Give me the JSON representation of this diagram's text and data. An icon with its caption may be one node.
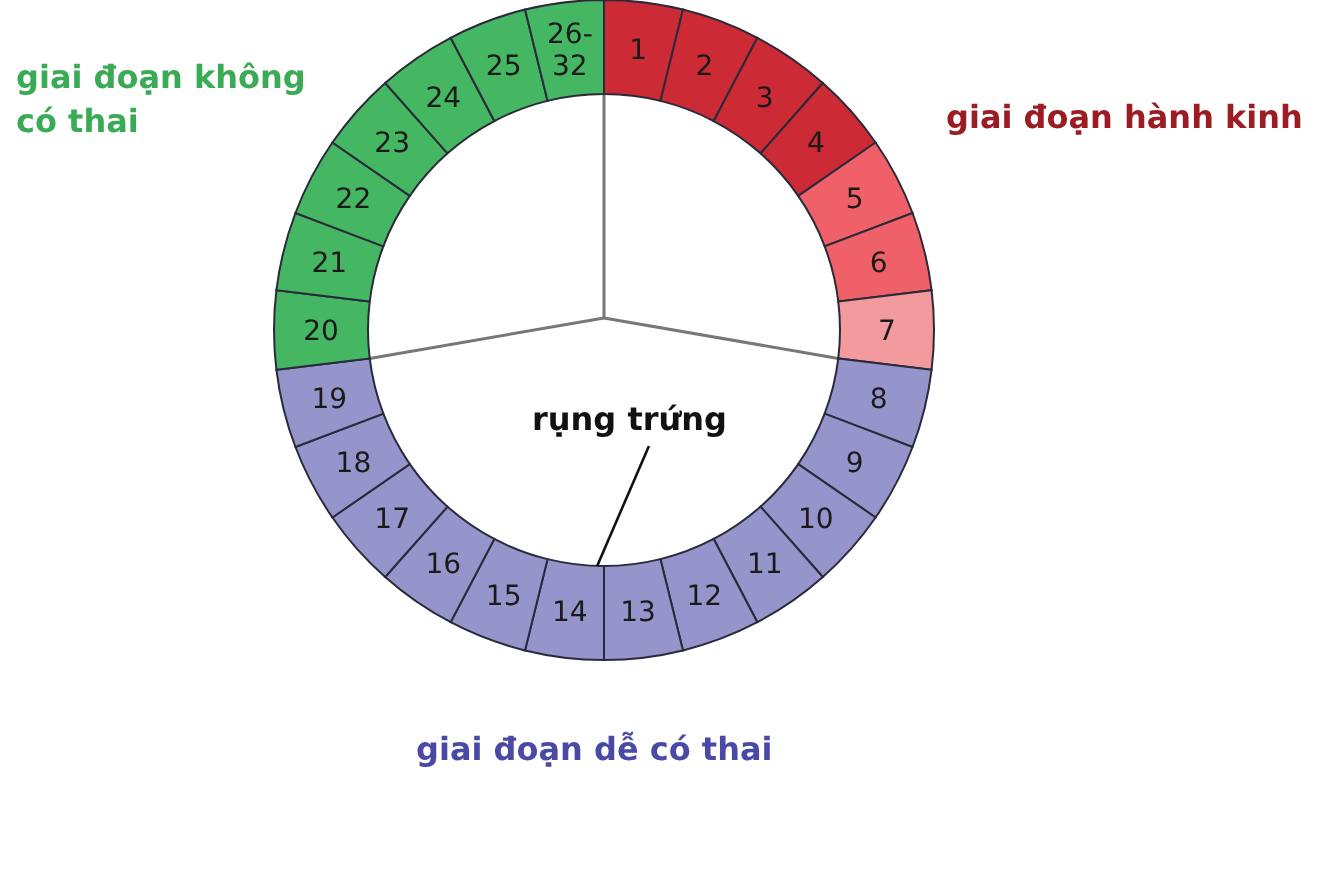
{
  "diagram": {
    "nodes": [
      {
        "text": [
          "1"
        ]
      },
      {
        "text": [
          "2"
        ]
      },
      {
        "text": [
          "3"
        ]
      },
      {
        "text": [
          "4"
        ]
      },
      {
        "text": [
          "5"
        ]
      },
      {
        "text": [
          "6"
        ]
      },
      {
        "text": [
          "7"
        ]
      },
      {
        "text": [
          "8"
        ]
      },
      {
        "text": [
          "9"
        ]
      },
      {
        "text": [
          "10"
        ]
      },
      {
        "text": [
          "11"
        ]
      },
      {
        "text": [
          "12"
        ]
      },
      {
        "text": [
          "13"
        ]
      },
      {
        "text": [
          "14"
        ]
      },
      {
        "text": [
          "15"
        ]
      },
      {
        "text": [
          "16"
        ]
      },
      {
        "text": [
          "17"
        ]
      },
      {
        "text": [
          "18"
        ]
      },
      {
        "text": [
          "19"
        ]
      },
      {
        "text": [
          "20"
        ]
      },
      {
        "text": [
          "21"
        ]
      },
      {
        "text": [
          "22"
        ]
      },
      {
        "text": [
          "23"
        ]
      },
      {
        "text": [
          "24"
        ]
      },
      {
        "text": [
          "25"
        ]
      },
      {
        "text": [
          "26-32"
        ]
      },
      {
        "text": [
          "rụng trứng"
        ]
      }
    ],
    "edges": [
      {
        "from": 26,
        "to": 13,
        "arrow": "none"
      }
    ],
    "labels": [
      "giai đoạn không có thai",
      "giai đoạn hành kinh",
      "giai đoạn dễ có thai"
    ]
  }
}
